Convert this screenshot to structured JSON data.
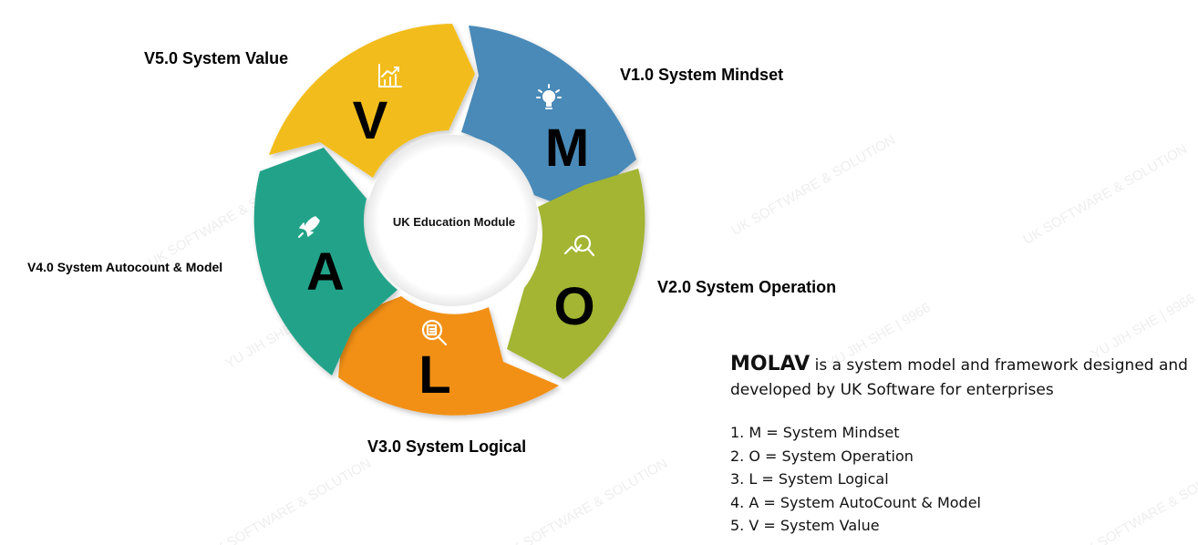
{
  "diagram": {
    "center_label": "UK Education Module",
    "segments": [
      {
        "id": "m",
        "letter": "M",
        "label": "V1.0 System Mindset",
        "color": "#4a8ab8",
        "icon": "lightbulb-icon"
      },
      {
        "id": "o",
        "letter": "O",
        "label": "V2.0 System Operation",
        "color": "#a3b531",
        "icon": "search-chart-icon"
      },
      {
        "id": "l",
        "letter": "L",
        "label": "V3.0 System Logical",
        "color": "#f29016",
        "icon": "document-search-icon"
      },
      {
        "id": "a",
        "letter": "A",
        "label": "V4.0 System Autocount & Model",
        "color": "#21a389",
        "icon": "rocket-icon"
      },
      {
        "id": "v",
        "letter": "V",
        "label": "V5.0 System Value",
        "color": "#f2bd1a",
        "icon": "growth-chart-icon"
      }
    ]
  },
  "description": {
    "brand": "MOLAV",
    "intro": " is a system model and framework designed and developed by UK Software for enterprises",
    "items": [
      "1. M = System Mindset",
      "2. O = System Operation",
      "3. L = System Logical",
      "4. A = System AutoCount & Model",
      "5. V = System Value"
    ]
  },
  "watermark": {
    "lines": [
      "YU JIH SHE | 9966",
      "UK SOFTWARE & SOLUTION"
    ]
  }
}
